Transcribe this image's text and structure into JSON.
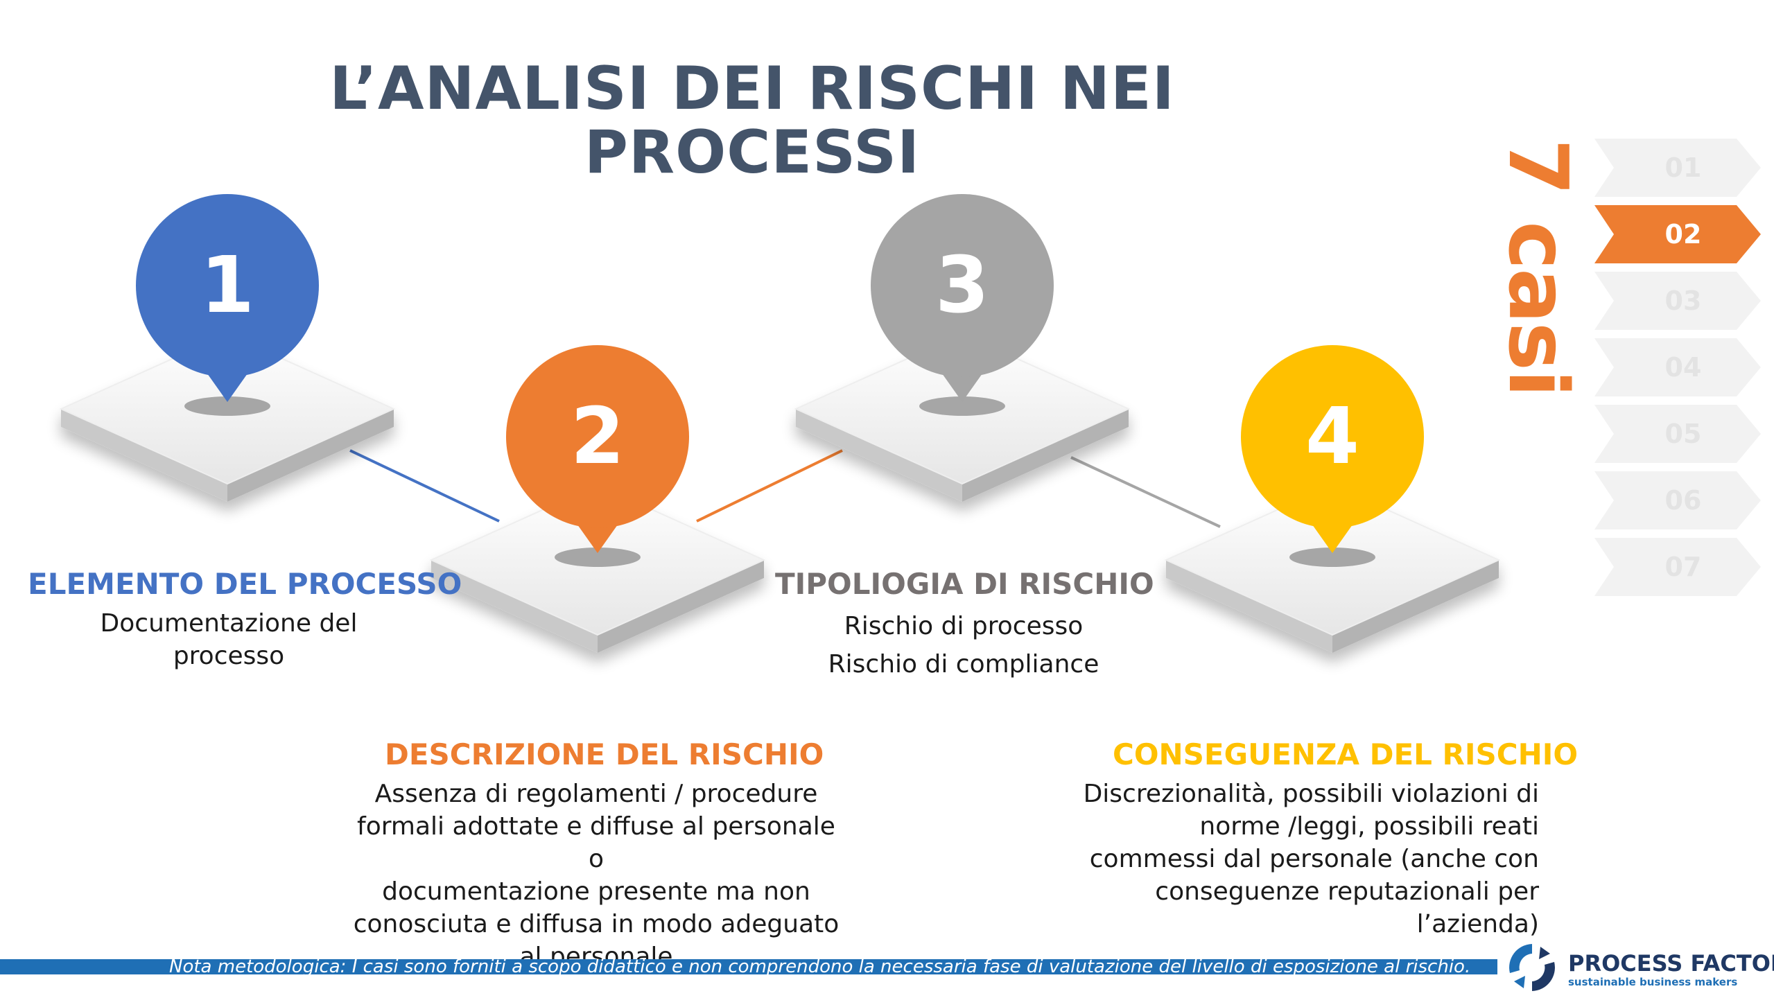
{
  "title": {
    "line1": "L’ANALISI DEI RISCHI NEI",
    "line2": "PROCESSI"
  },
  "colors": {
    "blue": "#4472c4",
    "orange": "#ed7d31",
    "gray": "#a5a5a5",
    "yellow": "#ffc000",
    "heading_gray": "#767171",
    "navy": "#1f3864",
    "footer_blue": "#1f6fb5"
  },
  "pins": [
    {
      "number": "1",
      "color": "#4472c4"
    },
    {
      "number": "2",
      "color": "#ed7d31"
    },
    {
      "number": "3",
      "color": "#a5a5a5"
    },
    {
      "number": "4",
      "color": "#ffc000"
    }
  ],
  "sections": {
    "elemento": {
      "heading": "ELEMENTO DEL PROCESSO",
      "lines": [
        "Documentazione del",
        "processo"
      ]
    },
    "tipologia": {
      "heading": "TIPOLIOGIA DI RISCHIO",
      "lines": [
        "Rischio di processo",
        "Rischio di compliance"
      ]
    },
    "descrizione": {
      "heading": "DESCRIZIONE DEL RISCHIO",
      "lines": [
        "Assenza di regolamenti / procedure",
        "formali adottate e diffuse al personale o",
        "documentazione presente ma non",
        "conosciuta e diffusa in modo adeguato",
        "al personale"
      ]
    },
    "conseguenza": {
      "heading": "CONSEGUENZA DEL RISCHIO",
      "lines": [
        "Discrezionalità, possibili violazioni di",
        "norme /leggi, possibili reati",
        "commessi dal personale (anche con",
        "conseguenze reputazionali per",
        "l’azienda)"
      ]
    }
  },
  "side_label": "7 casi",
  "steps": {
    "active": "02",
    "items": [
      "01",
      "02",
      "03",
      "04",
      "05",
      "06",
      "07"
    ]
  },
  "footer": {
    "note": "Nota metodologica: I casi sono forniti a scopo didattico e non comprendono la necessaria fase di valutazione del livello di esposizione al rischio.",
    "brand_name": "PROCESS FACTORY",
    "brand_tagline": "sustainable business makers"
  }
}
